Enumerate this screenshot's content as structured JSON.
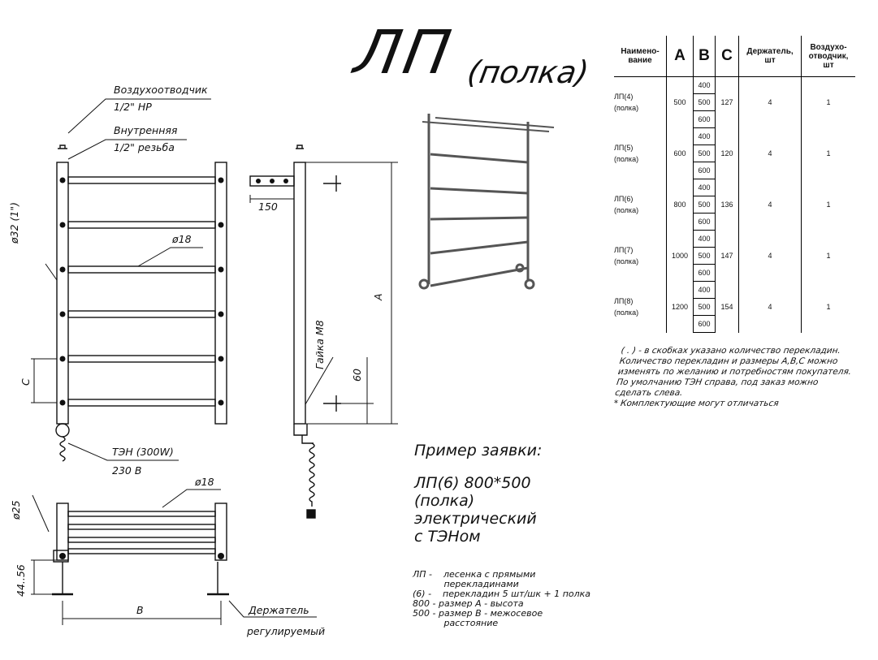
{
  "title": {
    "main": "ЛП",
    "sub": "(полка)"
  },
  "labels": {
    "air_vent": "Воздухоотводчик",
    "air_vent_size": "1/2\" НР",
    "inner": "Внутренняя",
    "inner_thread": "1/2\" резьба",
    "pipe_dia": "ø32 (1\")",
    "rung_dia": "ø18",
    "dim_150": "150",
    "nut": "Гайка М8",
    "dim_a": "А",
    "dim_60": "60",
    "dim_c": "С",
    "ten": "ТЭН (300W)",
    "voltage": "230 В",
    "shelf_rung_dia": "ø18",
    "dia_25": "ø25",
    "dim_44_56": "44..56",
    "dim_b": "В",
    "holder": "Держатель",
    "adjustable": "регулируемый"
  },
  "table": {
    "headers": {
      "name": "Наимено-вание",
      "a": "А",
      "b": "В",
      "c": "С",
      "holders": "Держатель, шт",
      "vent": "Воздухо-отводчик, шт"
    },
    "rows": [
      {
        "name": "ЛП(4)",
        "note": "(полка)",
        "a": "500",
        "b": [
          "400",
          "500",
          "600"
        ],
        "c": "127",
        "holders": "4",
        "vent": "1"
      },
      {
        "name": "ЛП(5)",
        "note": "(полка)",
        "a": "600",
        "b": [
          "400",
          "500",
          "600"
        ],
        "c": "120",
        "holders": "4",
        "vent": "1"
      },
      {
        "name": "ЛП(6)",
        "note": "(полка)",
        "a": "800",
        "b": [
          "400",
          "500",
          "600"
        ],
        "c": "136",
        "holders": "4",
        "vent": "1"
      },
      {
        "name": "ЛП(7)",
        "note": "(полка)",
        "a": "1000",
        "b": [
          "400",
          "500",
          "600"
        ],
        "c": "147",
        "holders": "4",
        "vent": "1"
      },
      {
        "name": "ЛП(8)",
        "note": "(полка)",
        "a": "1200",
        "b": [
          "400",
          "500",
          "600"
        ],
        "c": "154",
        "holders": "4",
        "vent": "1"
      }
    ]
  },
  "notes": [
    "( . ) - в скобках указано количество перекладин.",
    "Количество перекладин и размеры А,В,С можно",
    "изменять по желанию и потребностям покупателя.",
    "По умолчанию  ТЭН справа, под заказ можно",
    "сделать слева.",
    "* Комплектующие могут отличаться"
  ],
  "order": {
    "heading": "Пример заявки:",
    "lines": [
      "ЛП(6) 800*500",
      "(полка)",
      "электрический",
      "с ТЭНом"
    ]
  },
  "legend": [
    "ЛП -    лесенка с прямыми",
    "           перекладинами",
    "(6) -    перекладин 5 шт/шк + 1 полка",
    "800 - размер А - высота",
    "500 - размер В - межосевое",
    "           расстояние"
  ]
}
